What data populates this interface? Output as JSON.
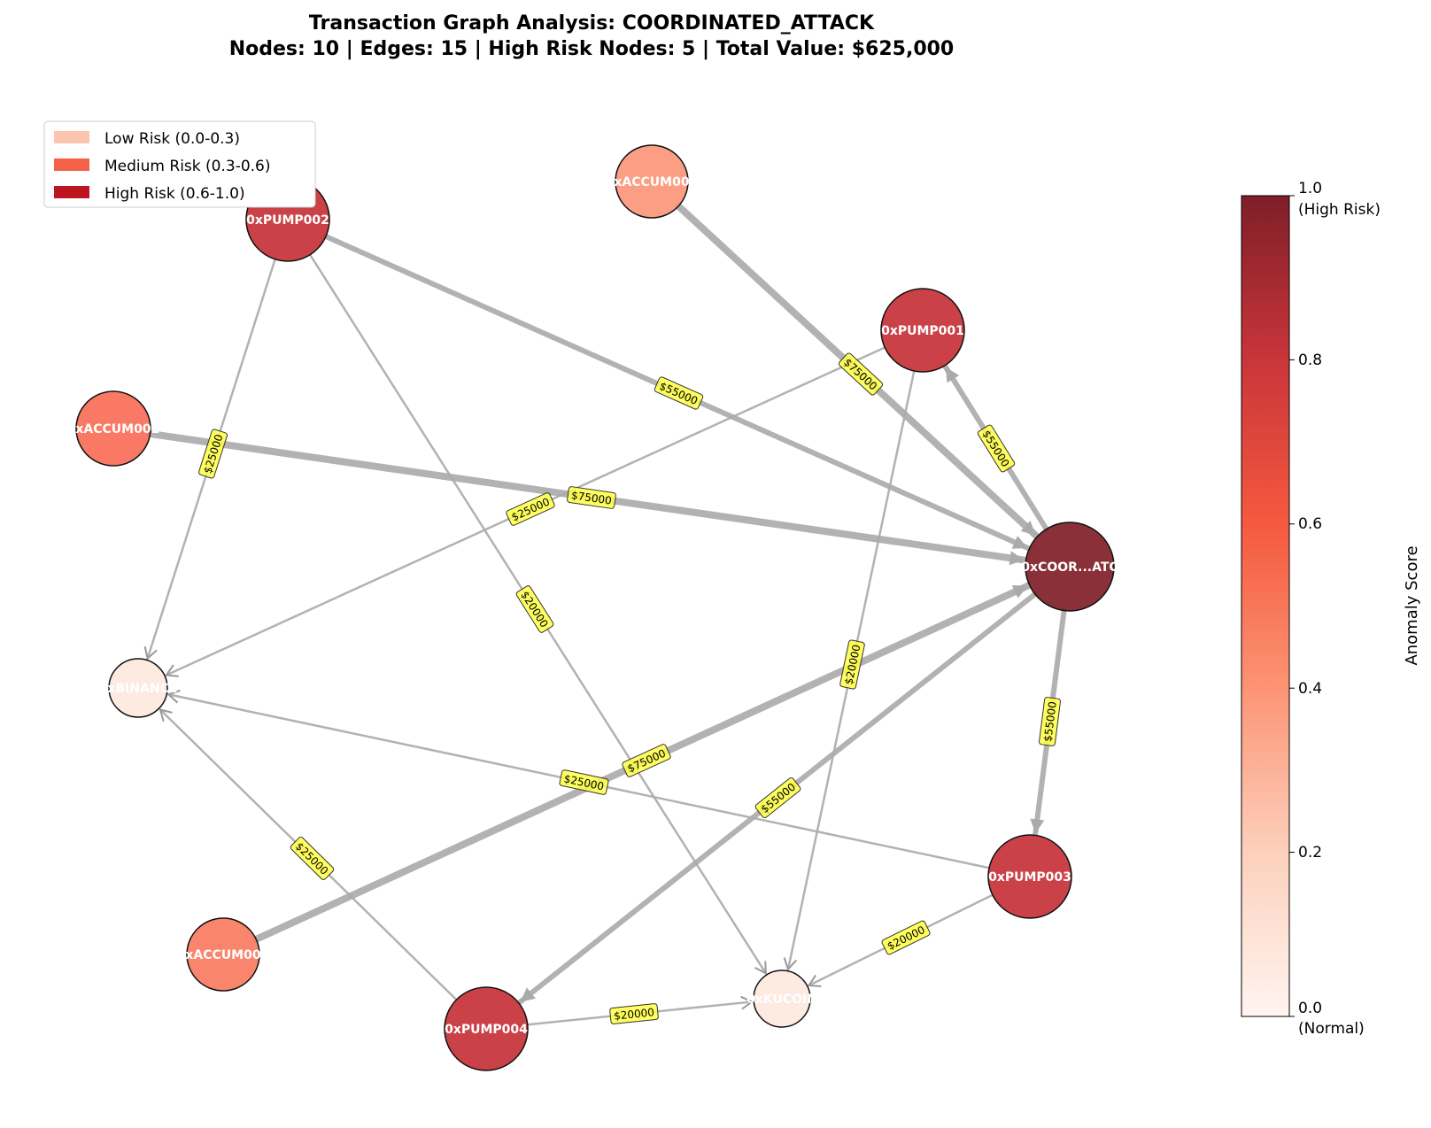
{
  "title": {
    "line1": "Transaction Graph Analysis: COORDINATED_ATTACK",
    "line2": "Nodes: 10 | Edges: 15 | High Risk Nodes: 5 | Total Value: $625,000"
  },
  "legend": {
    "items": [
      {
        "label": "Low Risk (0.0-0.3)",
        "color": "#fcc5b0"
      },
      {
        "label": "Medium Risk (0.3-0.6)",
        "color": "#f26148"
      },
      {
        "label": "High Risk (0.6-1.0)",
        "color": "#bd1620"
      }
    ]
  },
  "colorbar": {
    "label": "Anomaly Score",
    "ticks": [
      "0.0",
      "0.2",
      "0.4",
      "0.6",
      "0.8",
      "1.0"
    ],
    "top_note": "(High Risk)",
    "bottom_note": "(Normal)"
  },
  "nodes": [
    {
      "id": "coord",
      "label": "0xCOOR...ATC",
      "color": "#7f1e28"
    },
    {
      "id": "pump1",
      "label": "0xPUMP001",
      "color": "#c63238"
    },
    {
      "id": "pump2",
      "label": "0xPUMP002",
      "color": "#c63238"
    },
    {
      "id": "pump3",
      "label": "0xPUMP003",
      "color": "#c63238"
    },
    {
      "id": "pump4",
      "label": "0xPUMP004",
      "color": "#c63238"
    },
    {
      "id": "accum1",
      "label": "0xACCUM001",
      "color": "#fb967a"
    },
    {
      "id": "accum2",
      "label": "0xACCUM002",
      "color": "#f86e57"
    },
    {
      "id": "accum3",
      "label": "0xACCUM003",
      "color": "#f87b5f"
    },
    {
      "id": "binance",
      "label": "0xBINANCE",
      "color": "#fde8de"
    },
    {
      "id": "kucoin",
      "label": "0xKUCOIN",
      "color": "#fde8de"
    }
  ],
  "edges": [
    {
      "from": "pump2",
      "to": "coord",
      "amount": "$55000"
    },
    {
      "from": "accum1",
      "to": "coord",
      "amount": "$75000"
    },
    {
      "from": "accum2",
      "to": "coord",
      "amount": "$75000"
    },
    {
      "from": "accum3",
      "to": "coord",
      "amount": "$75000"
    },
    {
      "from": "coord",
      "to": "pump1",
      "amount": "$55000"
    },
    {
      "from": "coord",
      "to": "pump3",
      "amount": "$55000"
    },
    {
      "from": "coord",
      "to": "pump4",
      "amount": "$55000"
    },
    {
      "from": "pump2",
      "to": "binance",
      "amount": "$25000"
    },
    {
      "from": "pump1",
      "to": "binance",
      "amount": "$25000"
    },
    {
      "from": "pump3",
      "to": "binance",
      "amount": "$25000"
    },
    {
      "from": "pump4",
      "to": "binance",
      "amount": "$25000"
    },
    {
      "from": "pump2",
      "to": "kucoin",
      "amount": "$20000"
    },
    {
      "from": "pump1",
      "to": "kucoin",
      "amount": "$20000"
    },
    {
      "from": "pump3",
      "to": "kucoin",
      "amount": "$20000"
    },
    {
      "from": "pump4",
      "to": "kucoin",
      "amount": "$20000"
    }
  ]
}
